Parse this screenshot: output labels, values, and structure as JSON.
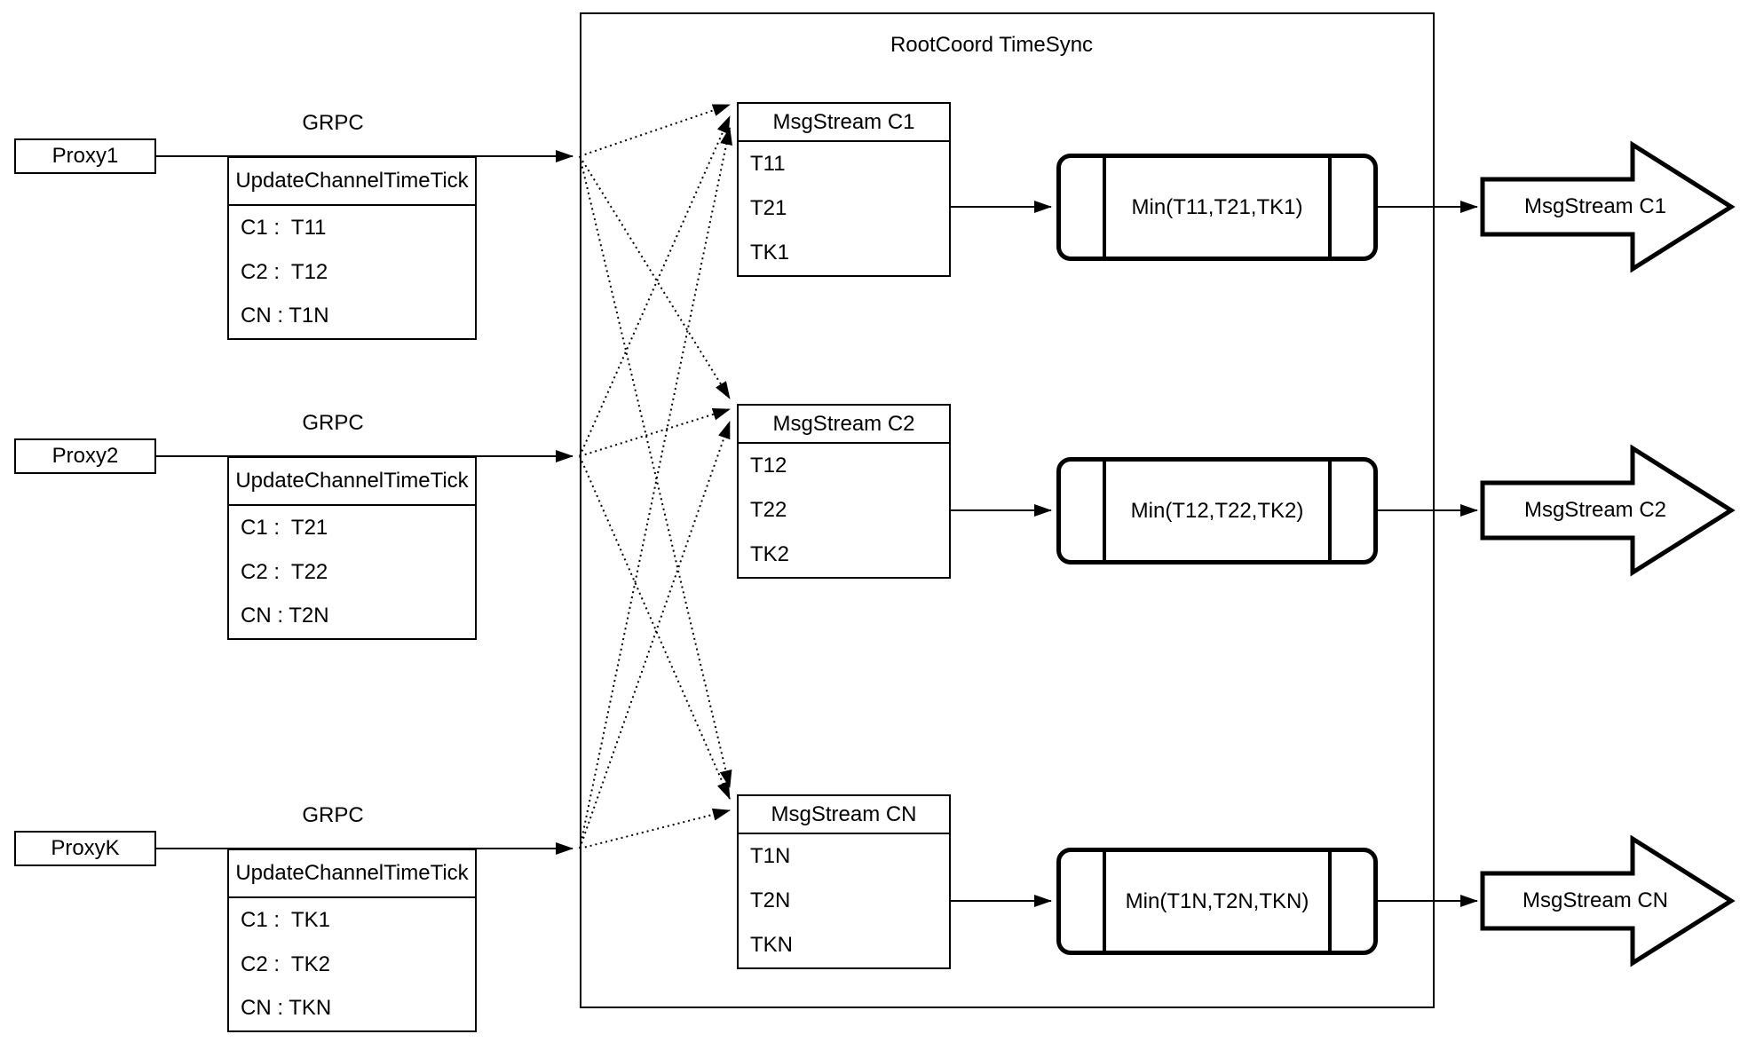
{
  "page": {
    "background_color": "#ffffff",
    "ink_color": "#000000"
  },
  "diagram": {
    "container_title": "RootCoord TimeSync",
    "grpc_label": "GRPC",
    "update_table_header": "UpdateChannelTimeTick",
    "rows": [
      {
        "proxy_label": "Proxy1",
        "update_rows": [
          "C1 :  T11",
          "C2 :  T12",
          "CN : T1N"
        ],
        "msgstream_title": "MsgStream C1",
        "msgstream_rows": [
          "T11",
          "T21",
          "TK1"
        ],
        "min_label": "Min(T11,T21,TK1)",
        "output_label": "MsgStream C1"
      },
      {
        "proxy_label": "Proxy2",
        "update_rows": [
          "C1 :  T21",
          "C2 :  T22",
          "CN : T2N"
        ],
        "msgstream_title": "MsgStream C2",
        "msgstream_rows": [
          "T12",
          "T22",
          "TK2"
        ],
        "min_label": "Min(T12,T22,TK2)",
        "output_label": "MsgStream C2"
      },
      {
        "proxy_label": "ProxyK",
        "update_rows": [
          "C1 :  TK1",
          "C2 :  TK2",
          "CN : TKN"
        ],
        "msgstream_title": "MsgStream CN",
        "msgstream_rows": [
          "T1N",
          "T2N",
          "TKN"
        ],
        "min_label": "Min(T1N,T2N,TKN)",
        "output_label": "MsgStream CN"
      }
    ]
  }
}
